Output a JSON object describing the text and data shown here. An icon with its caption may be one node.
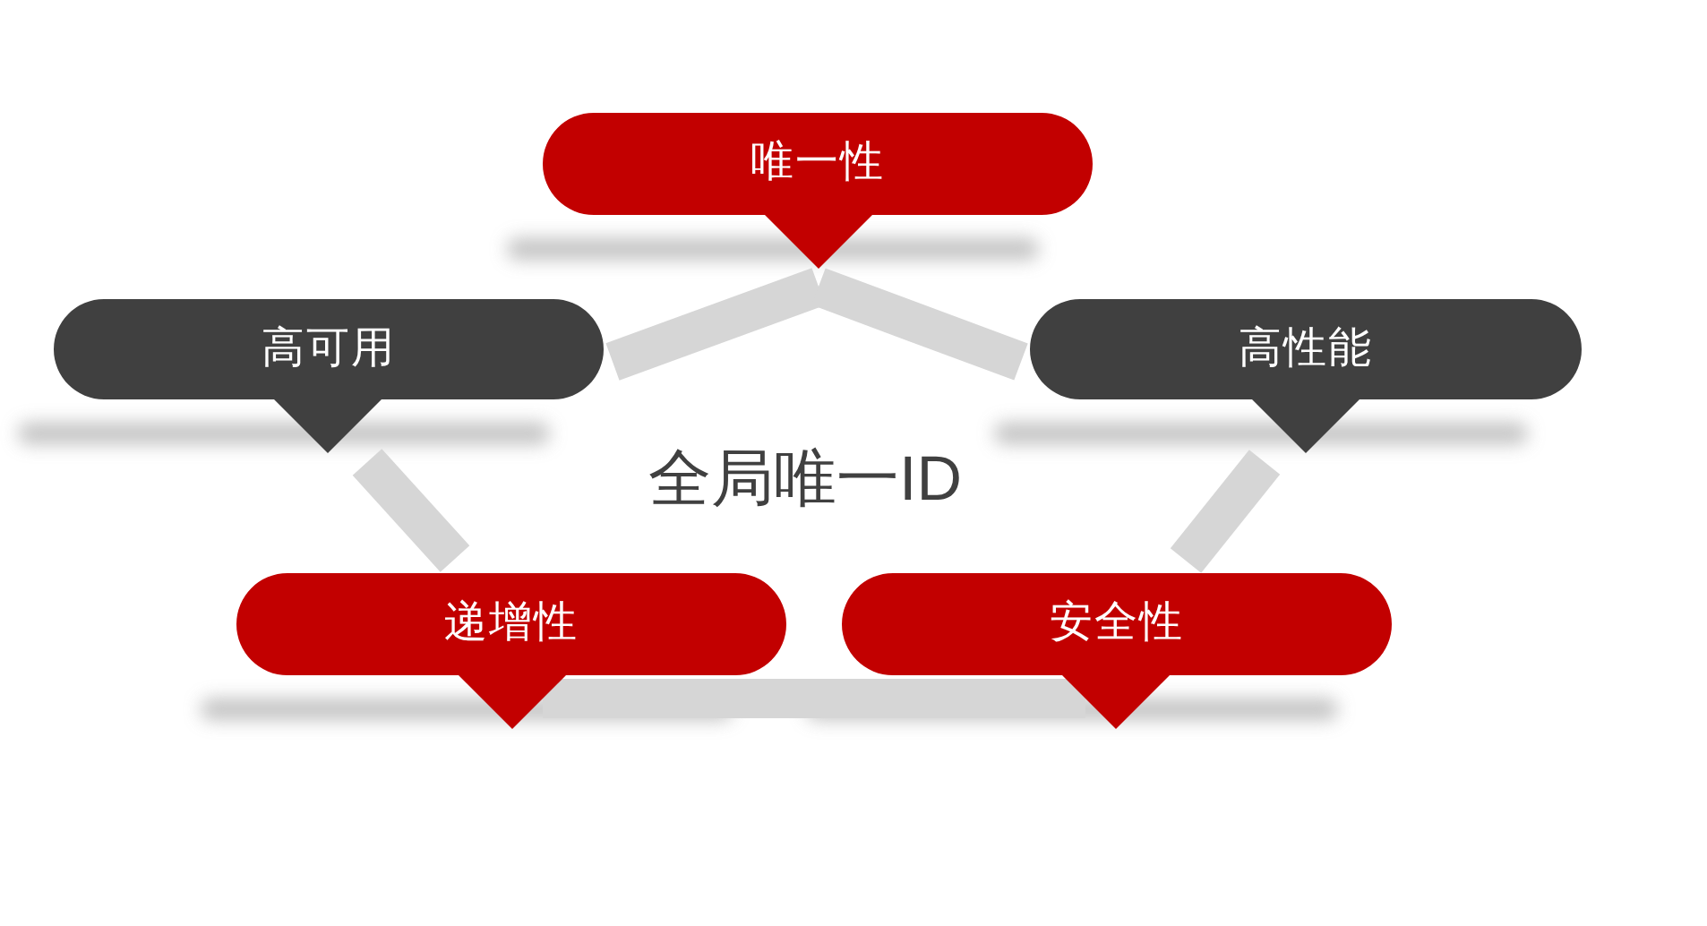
{
  "diagram": {
    "nodes": [
      {
        "text": [
          "唯一性"
        ]
      },
      {
        "text": [
          "高可用"
        ]
      },
      {
        "text": [
          "高性能"
        ]
      },
      {
        "text": [
          "递增性"
        ]
      },
      {
        "text": [
          "安全性"
        ]
      }
    ],
    "edges": [
      {
        "from": 0,
        "to": 1,
        "arrow": "none"
      },
      {
        "from": 0,
        "to": 2,
        "arrow": "none"
      },
      {
        "from": 1,
        "to": 3,
        "arrow": "none"
      },
      {
        "from": 2,
        "to": 4,
        "arrow": "none"
      },
      {
        "from": 3,
        "to": 4,
        "arrow": "none"
      }
    ],
    "labels": [
      "全局唯一ID"
    ]
  }
}
